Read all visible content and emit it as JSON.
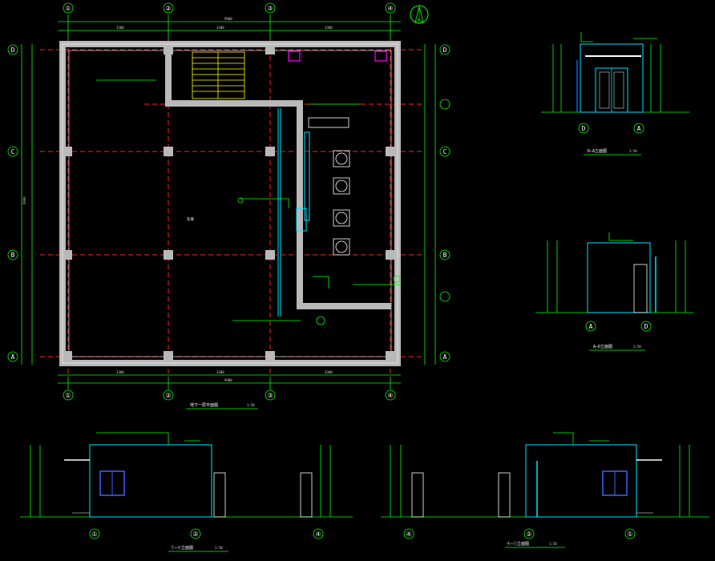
{
  "colors": {
    "background": "#000000",
    "axis_line": "#ff2020",
    "dimension": "#00ff00",
    "wall": "#b9b9b9",
    "outline": "#00e5ff",
    "stair": "#ffff00",
    "accent_magenta": "#ff00ff",
    "text": "#ffffff"
  },
  "plan": {
    "axes_top": [
      "①",
      "②",
      "③",
      "④"
    ],
    "axes_bottom": [
      "①",
      "②",
      "③",
      "④"
    ],
    "axes_left": [
      "D",
      "C",
      "B",
      "A"
    ],
    "axes_right": [
      "D",
      "C",
      "B",
      "A"
    ],
    "title": "地下一层平面图",
    "scale": "1:50",
    "room_label": "车库",
    "dim_total": "9900",
    "dim_bay": "3300"
  },
  "elevation_top": {
    "axes": [
      "D",
      "A"
    ],
    "title": "D—A立面图",
    "scale": "1:50"
  },
  "elevation_mid": {
    "axes": [
      "A",
      "D"
    ],
    "title": "A—D立面图",
    "scale": "1:50"
  },
  "elevation_bl": {
    "axes": [
      "①",
      "②",
      "④"
    ],
    "title": "①—④立面图",
    "scale": "1:50"
  },
  "elevation_br": {
    "axes": [
      "④",
      "②",
      "①"
    ],
    "title": "④—①立面图",
    "scale": "1:50"
  },
  "icons": [
    "north-arrow-icon"
  ]
}
